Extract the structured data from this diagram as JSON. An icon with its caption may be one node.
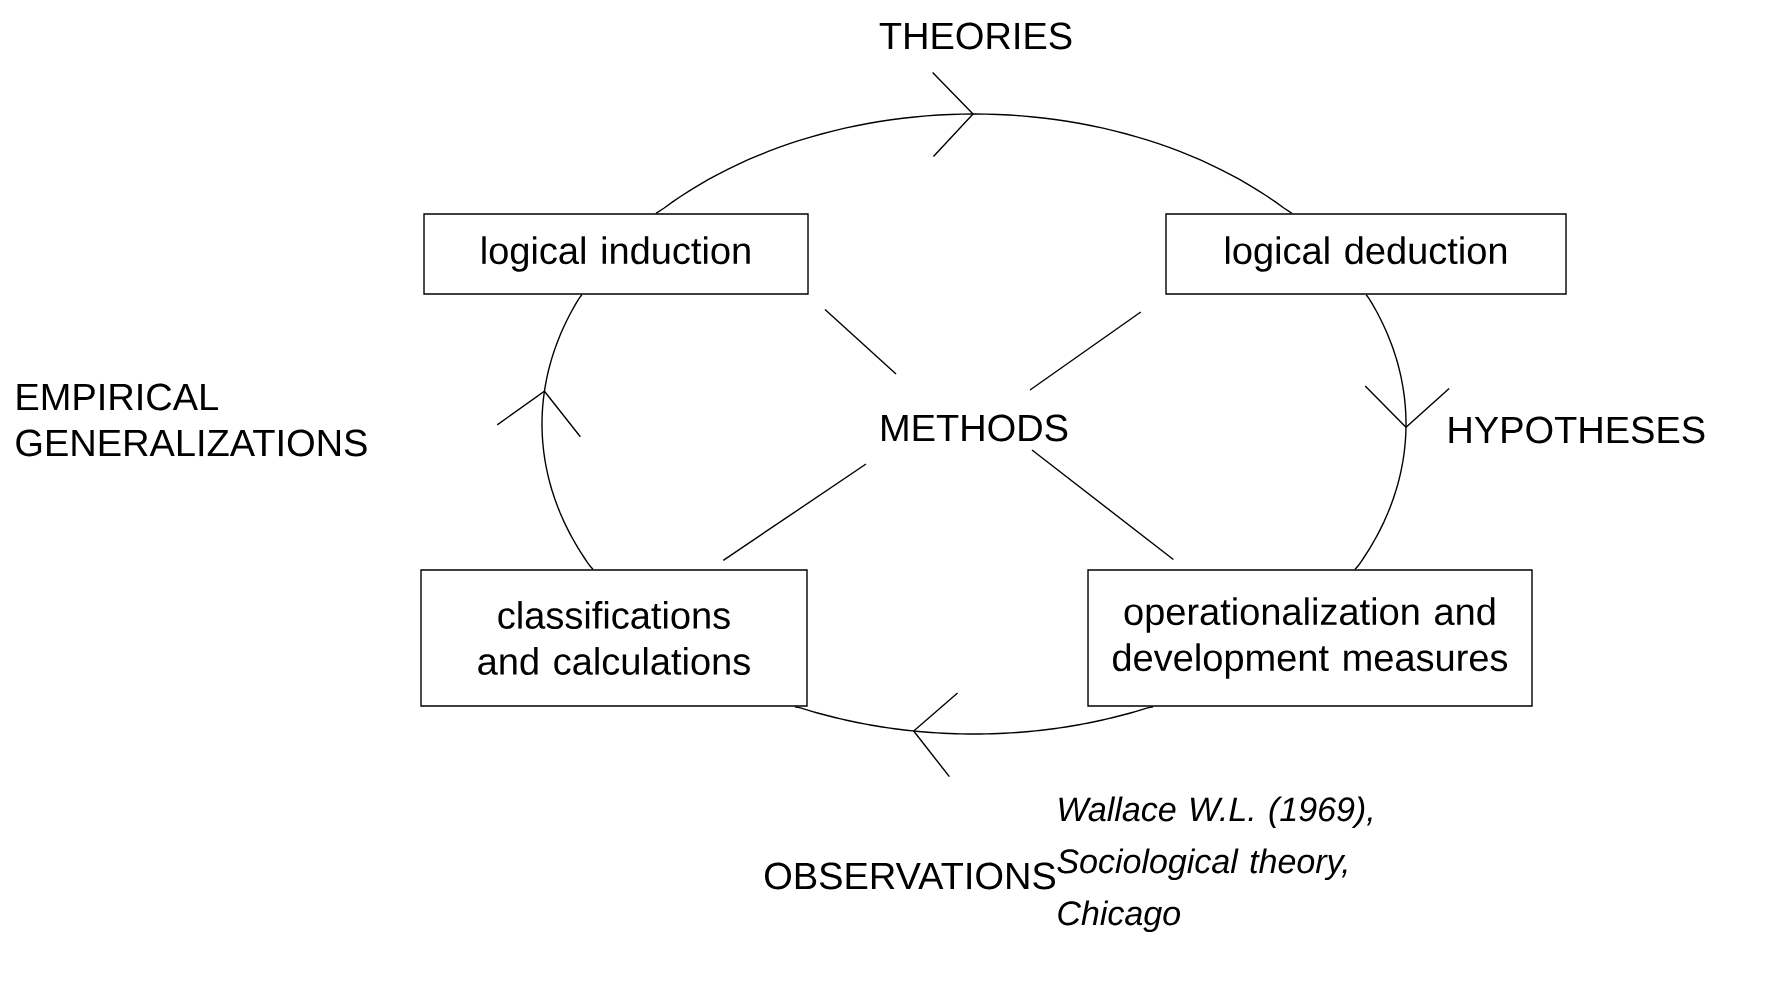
{
  "diagram": {
    "caption": "Wallace W.L. (1969), Sociological theory, Chicago",
    "nodes": [
      {
        "text": [
          "logical induction"
        ]
      },
      {
        "text": [
          "logical deduction"
        ]
      },
      {
        "text": [
          "METHODS"
        ]
      },
      {
        "text": [
          "classifications and calculations"
        ]
      },
      {
        "text": [
          "operationalization and development measures"
        ]
      }
    ],
    "edges": [
      {
        "from": 0,
        "to": 1,
        "arrow": "to",
        "label": "THEORIES"
      },
      {
        "from": 1,
        "to": 4,
        "arrow": "to",
        "label": "HYPOTHESES"
      },
      {
        "from": 4,
        "to": 3,
        "arrow": "to",
        "label": "OBSERVATIONS"
      },
      {
        "from": 3,
        "to": 0,
        "arrow": "to",
        "label": "EMPIRICAL GENERALIZATIONS"
      },
      {
        "from": 2,
        "to": 0,
        "arrow": "none"
      },
      {
        "from": 2,
        "to": 1,
        "arrow": "none"
      },
      {
        "from": 2,
        "to": 3,
        "arrow": "none"
      },
      {
        "from": 2,
        "to": 4,
        "arrow": "none"
      }
    ]
  }
}
